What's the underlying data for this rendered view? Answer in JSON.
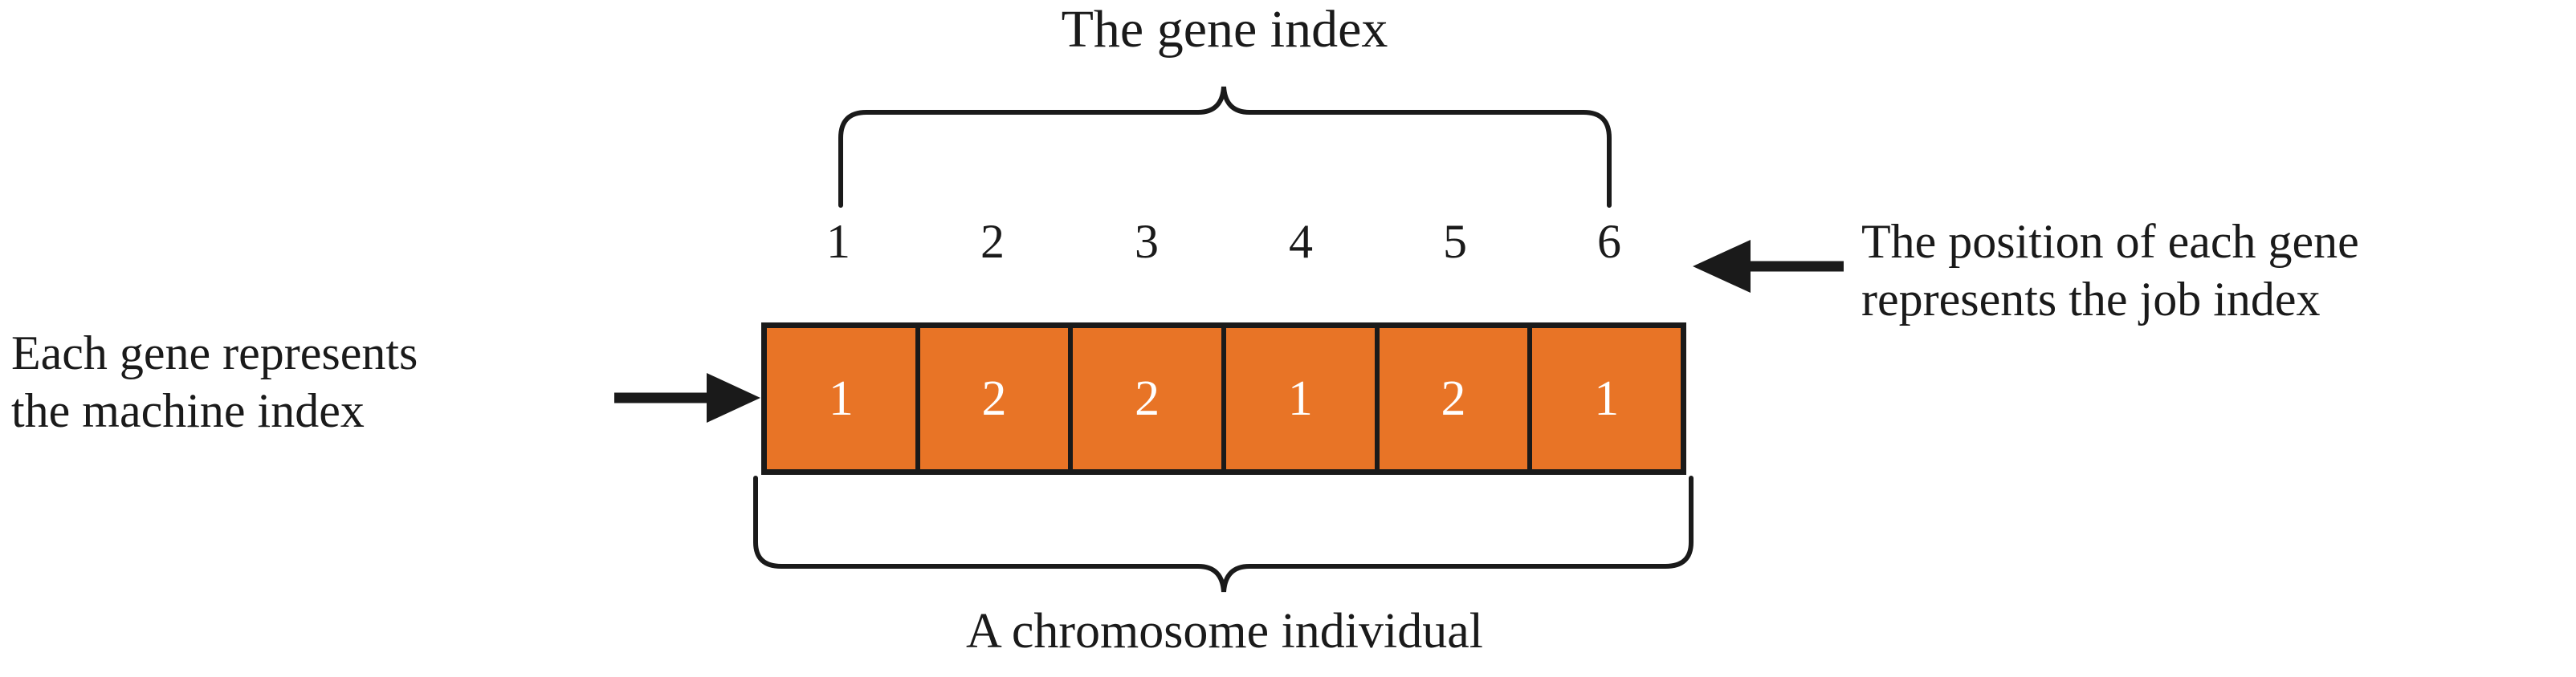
{
  "figure": {
    "type": "diagram",
    "subject": "genetic-algorithm chromosome encoding",
    "background_color": "#FFFFFF",
    "gene_box_color": "#E87426",
    "gene_text_color": "#FFFFFF",
    "line_color": "#1A1A1A"
  },
  "top_label": {
    "text": "The gene index",
    "brace": "top-curly-brace"
  },
  "gene_index": {
    "labels": [
      "1",
      "2",
      "3",
      "4",
      "5",
      "6"
    ]
  },
  "chromosome": {
    "genes": [
      "1",
      "2",
      "2",
      "1",
      "2",
      "1"
    ],
    "gene_count": 6
  },
  "annotations": {
    "left": {
      "line1": "Each gene represents",
      "line2": "the machine index",
      "arrow": "arrow-right"
    },
    "right": {
      "line1": "The position of each gene",
      "line2": "represents the job index",
      "arrow": "arrow-left"
    }
  },
  "bottom_label": {
    "text": "A chromosome individual",
    "brace": "bottom-curly-brace"
  }
}
